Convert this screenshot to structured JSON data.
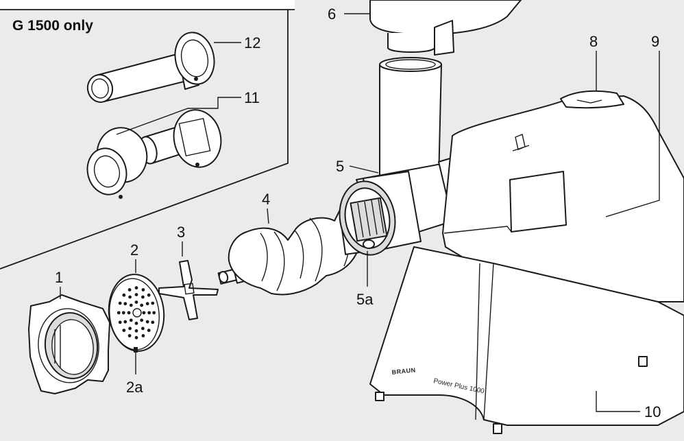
{
  "header": {
    "variant_note": "G 1500 only"
  },
  "callouts": {
    "c1": "1",
    "c2": "2",
    "c2a": "2a",
    "c3": "3",
    "c4": "4",
    "c5": "5",
    "c5a": "5a",
    "c6": "6",
    "c8": "8",
    "c9": "9",
    "c10": "10",
    "c11": "11",
    "c12": "12"
  },
  "housing": {
    "brand": "BRAUN",
    "model": "Power Plus 1000"
  },
  "colors": {
    "background": "#ebebeb",
    "line": "#1a1a1a",
    "fill": "#ffffff",
    "shade": "#dcdcdc"
  }
}
